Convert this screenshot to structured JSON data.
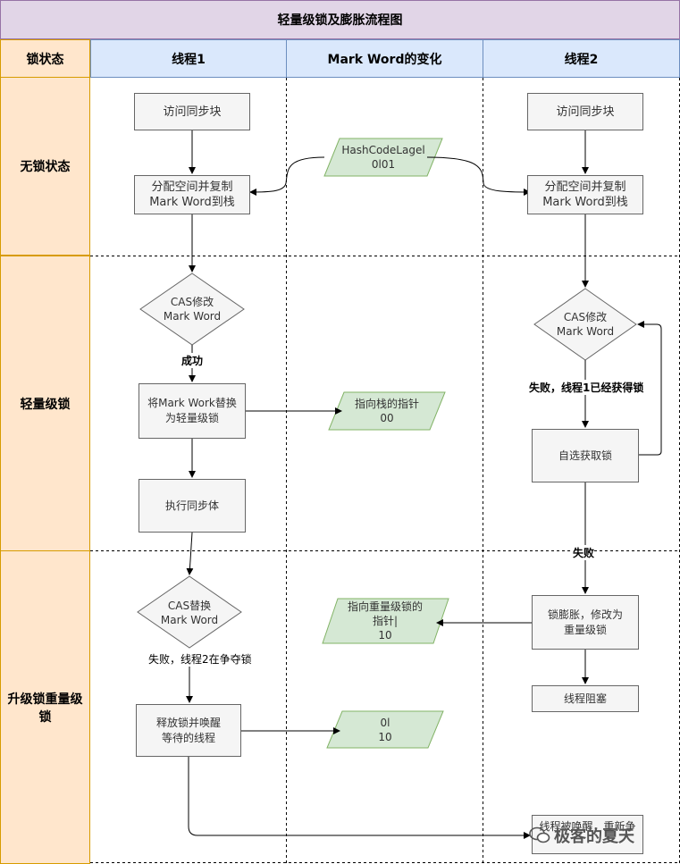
{
  "title": "轻量级锁及膨胀流程图",
  "columns": {
    "state": "锁状态",
    "thread1": "线程1",
    "markword": "Mark Word的变化",
    "thread2": "线程2"
  },
  "rows": {
    "unlocked": "无锁状态",
    "lightweight": "轻量级锁",
    "inflate": "升级锁重量级锁"
  },
  "thread1": {
    "access": "访问同步块",
    "alloc": "分配空间并复制\nMark Word到栈",
    "cas_modify": "CAS修改\nMark Word",
    "success": "成功",
    "replace": "将Mark Work替换\n为轻量级锁",
    "execute": "执行同步体",
    "cas_replace": "CAS替换\nMark Word",
    "fail_label": "失败，线程2在争夺锁",
    "release": "释放锁并唤醒\n等待的线程"
  },
  "markword": {
    "hashcode": "HashCodeLagel\n0l01",
    "stack_ptr": "指向栈的指针\n00",
    "heavy_ptr": "指向重量级锁的\n指针|\n10",
    "released": "0l\n10"
  },
  "thread2": {
    "access": "访问同步块",
    "alloc": "分配空间并复制\nMark Word到栈",
    "cas_modify": "CAS修改\nMark Word",
    "fail_label": "失败，线程1已经获得锁",
    "spin": "自选获取锁",
    "fail2": "失败",
    "inflate": "锁膨胀，修改为\n重量级锁",
    "blocked": "线程阻塞",
    "woken": "线程被唤醒，重新争"
  },
  "watermark": "极客的夏天",
  "colors": {
    "title_bg": "#e1d5e7",
    "header_bg": "#dae8fc",
    "rowhead_bg": "#ffe6cc",
    "box_bg": "#f5f5f5",
    "data_bg": "#d5e8d4",
    "data_border": "#82b366"
  }
}
